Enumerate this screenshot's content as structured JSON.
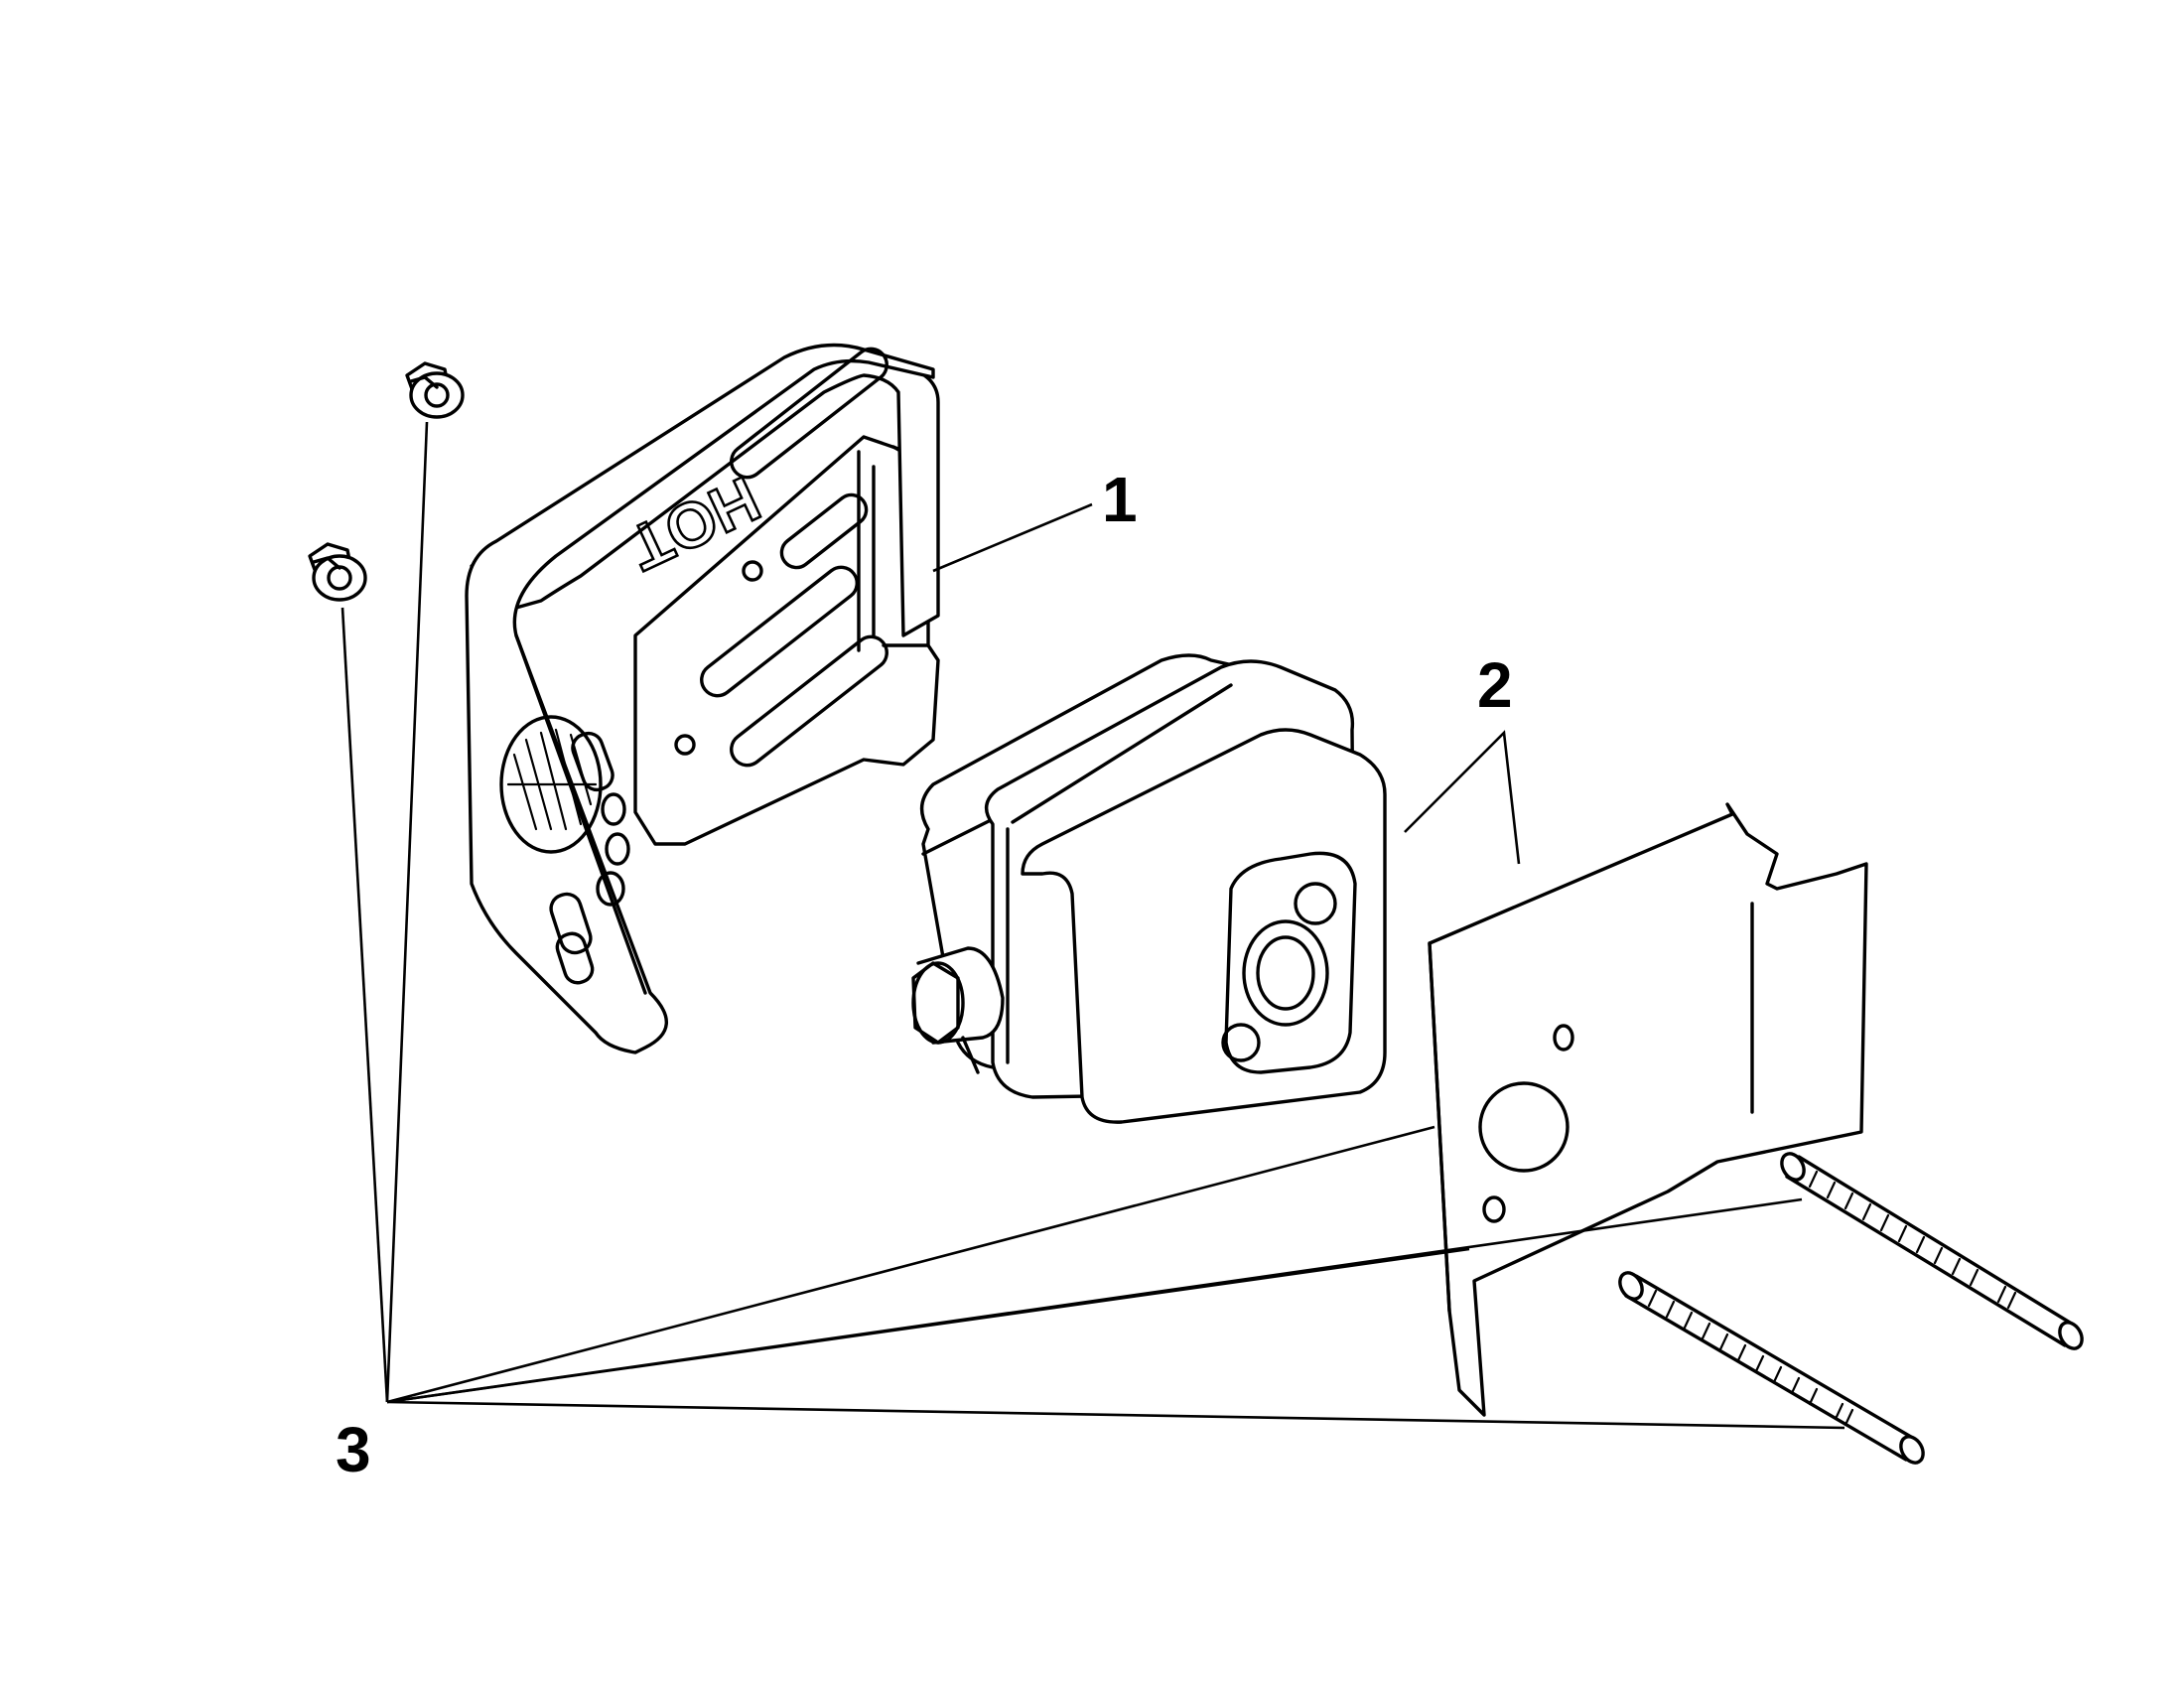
{
  "diagram": {
    "callouts": [
      {
        "id": "1",
        "label": "1"
      },
      {
        "id": "2",
        "label": "2"
      },
      {
        "id": "3",
        "label": "3"
      }
    ],
    "shield_marking": "HOT"
  }
}
